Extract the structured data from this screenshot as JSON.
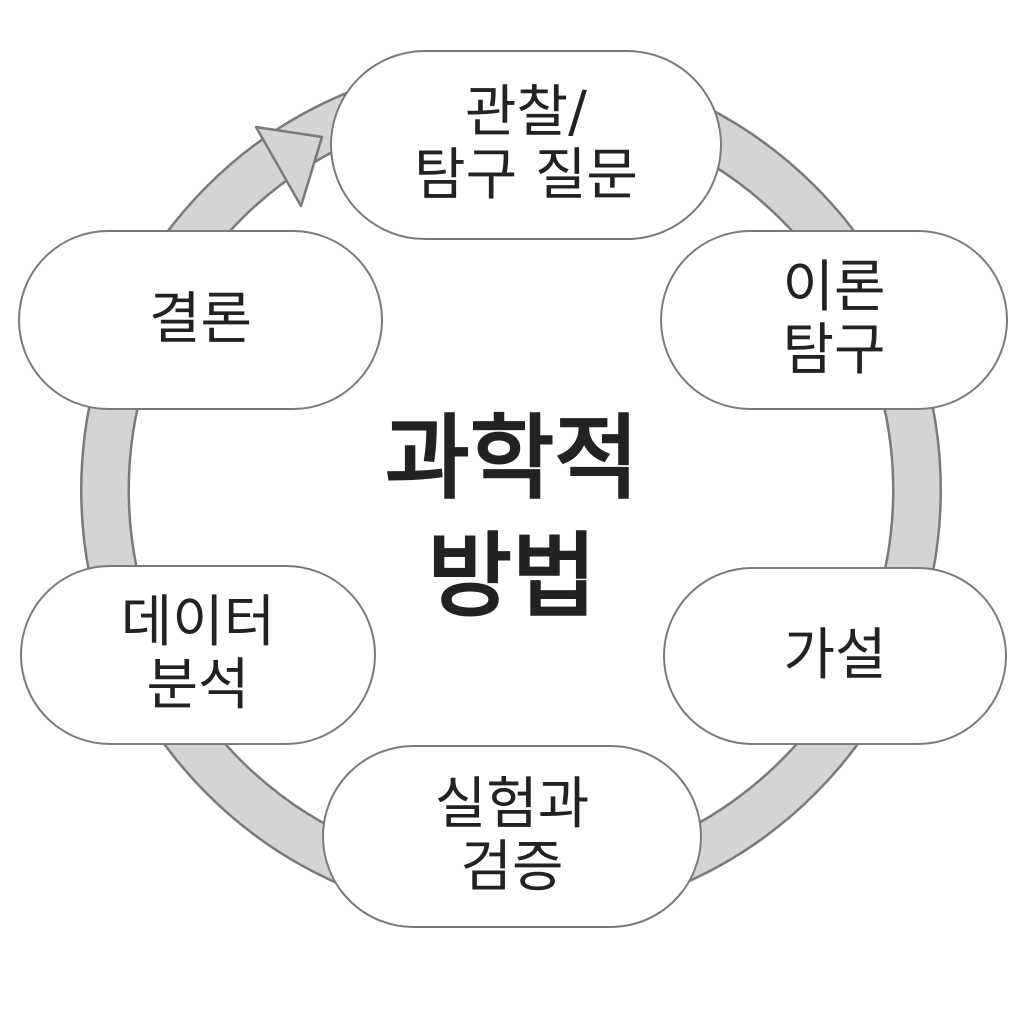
{
  "title": [
    "과학적",
    "방법"
  ],
  "steps": [
    {
      "lines": [
        "관찰/",
        "탐구 질문"
      ]
    },
    {
      "lines": [
        "이론",
        "탐구"
      ]
    },
    {
      "lines": [
        "가설"
      ]
    },
    {
      "lines": [
        "실험과",
        "검증"
      ]
    },
    {
      "lines": [
        "데이터",
        "분석"
      ]
    },
    {
      "lines": [
        "결론"
      ]
    }
  ],
  "colors": {
    "ring": "#d4d4d4",
    "stroke": "#7a7a7a",
    "text": "#222222"
  }
}
